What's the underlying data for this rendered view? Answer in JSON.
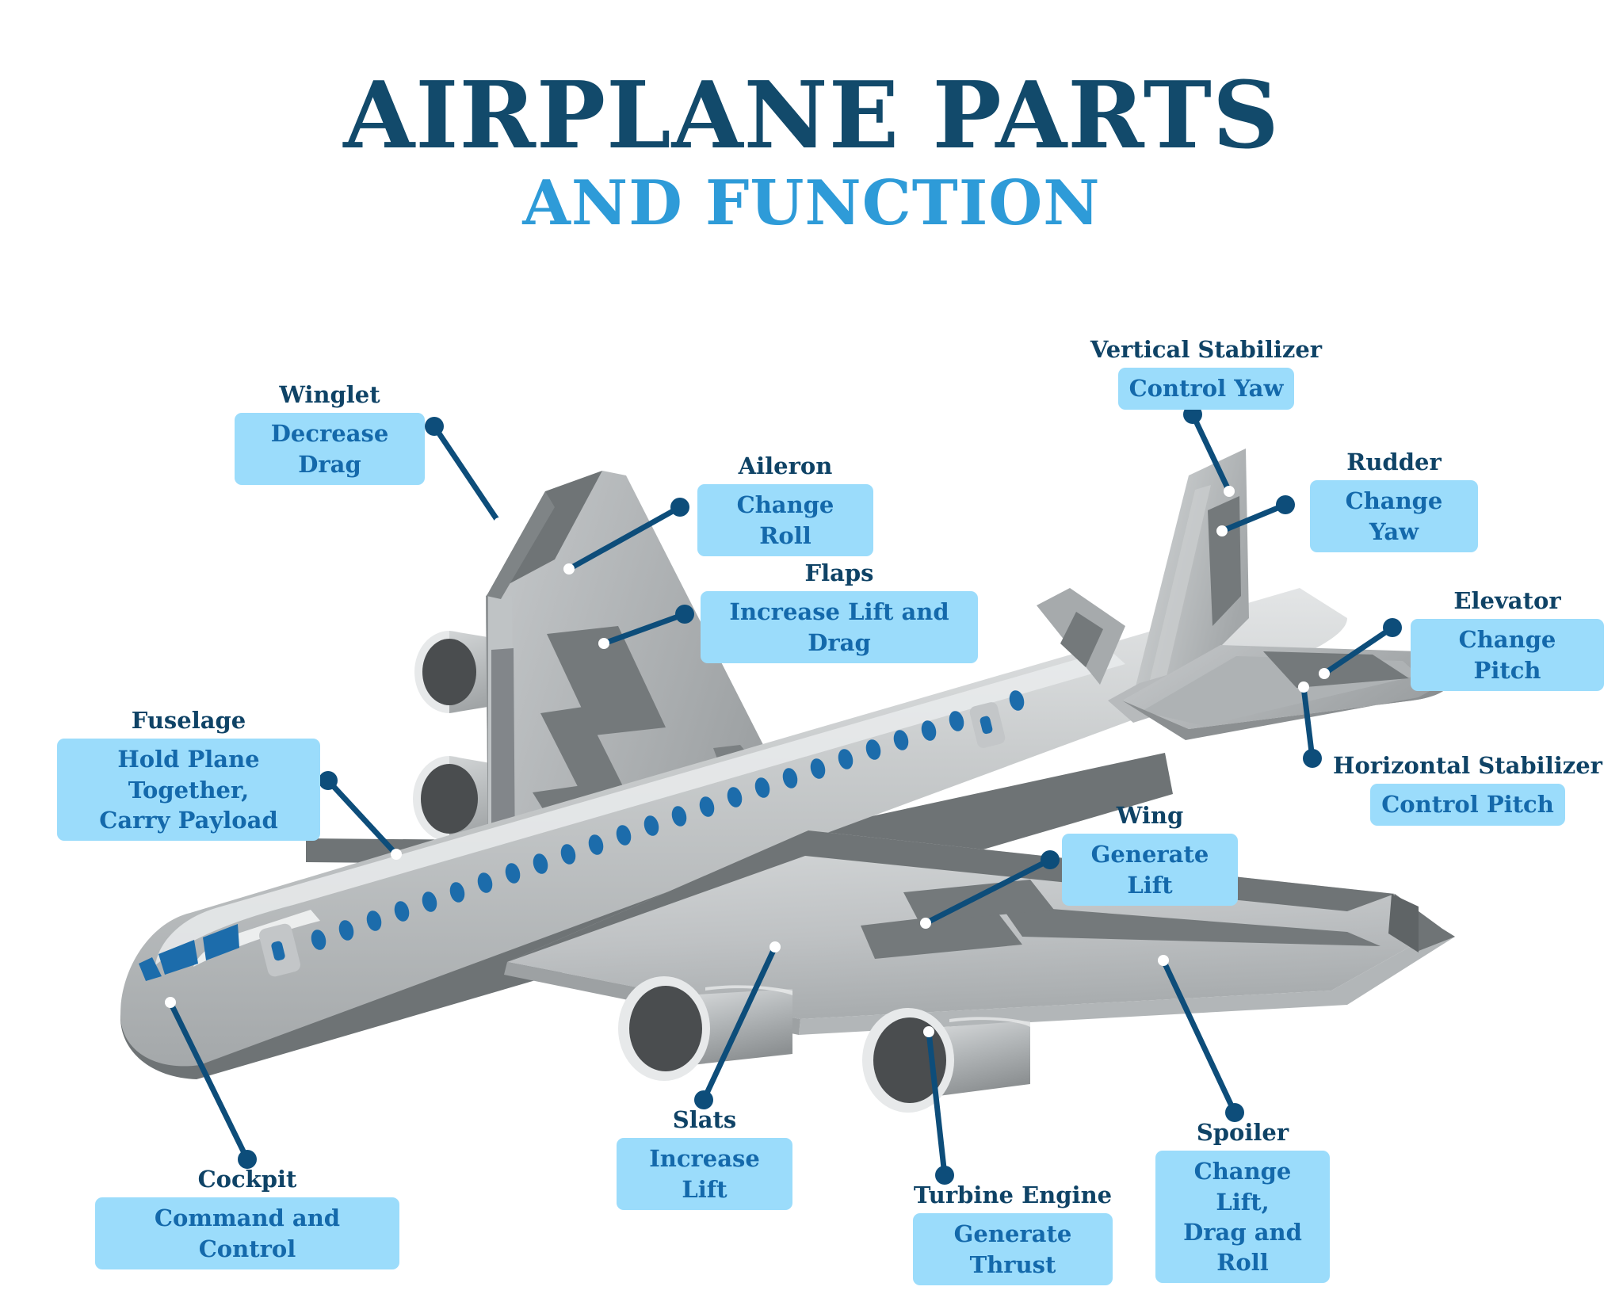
{
  "header": {
    "title": "AIRPLANE PARTS",
    "subtitle": "AND FUNCTION"
  },
  "colors": {
    "title_navy": "#124a6b",
    "subtitle_blue": "#2e9bd8",
    "caption_navy": "#0f4366",
    "value_blue": "#1469ab",
    "badge_bg": "#9bdcfb",
    "leader_line": "#0d4d7a",
    "body_light": "#cfd2d4",
    "body_mid": "#a7abad",
    "body_dark": "#6e7375",
    "panel_dark": "#74797b",
    "window_blue": "#1c6cab",
    "engine_dark": "#4a4d4f",
    "engine_rim": "#e7e9ea",
    "background": "#ffffff"
  },
  "callouts": [
    {
      "id": "winglet",
      "caption": "Winglet",
      "value": "Decrease Drag"
    },
    {
      "id": "aileron",
      "caption": "Aileron",
      "value": "Change Roll"
    },
    {
      "id": "flaps",
      "caption": "Flaps",
      "value": "Increase Lift and Drag"
    },
    {
      "id": "fuselage",
      "caption": "Fuselage",
      "value": "Hold Plane Together,\nCarry Payload"
    },
    {
      "id": "cockpit",
      "caption": "Cockpit",
      "value": "Command and Control"
    },
    {
      "id": "slats",
      "caption": "Slats",
      "value": "Increase Lift"
    },
    {
      "id": "turbine-engine",
      "caption": "Turbine Engine",
      "value": "Generate Thrust"
    },
    {
      "id": "spoiler",
      "caption": "Spoiler",
      "value": "Change Lift,\nDrag and Roll"
    },
    {
      "id": "wing",
      "caption": "Wing",
      "value": "Generate Lift"
    },
    {
      "id": "vertical-stabilizer",
      "caption": "Vertical Stabilizer",
      "value": "Control Yaw"
    },
    {
      "id": "rudder",
      "caption": "Rudder",
      "value": "Change Yaw"
    },
    {
      "id": "elevator",
      "caption": "Elevator",
      "value": "Change Pitch"
    },
    {
      "id": "horizontal-stabilizer",
      "caption": "Horizontal Stabilizer",
      "value": "Control Pitch"
    }
  ],
  "diagram": {
    "subject": "commercial-airliner",
    "view": "three-quarter-front-left",
    "parts": [
      "nose",
      "cockpit-windows",
      "fuselage",
      "passenger-windows",
      "door",
      "near-wing",
      "far-wing",
      "winglet",
      "flaps",
      "ailerons",
      "slats",
      "spoilers",
      "engine-near-inboard",
      "engine-near-outboard",
      "engine-far-inboard",
      "engine-far-outboard",
      "vertical-stabilizer",
      "rudder",
      "horizontal-stabilizer",
      "elevator"
    ]
  }
}
